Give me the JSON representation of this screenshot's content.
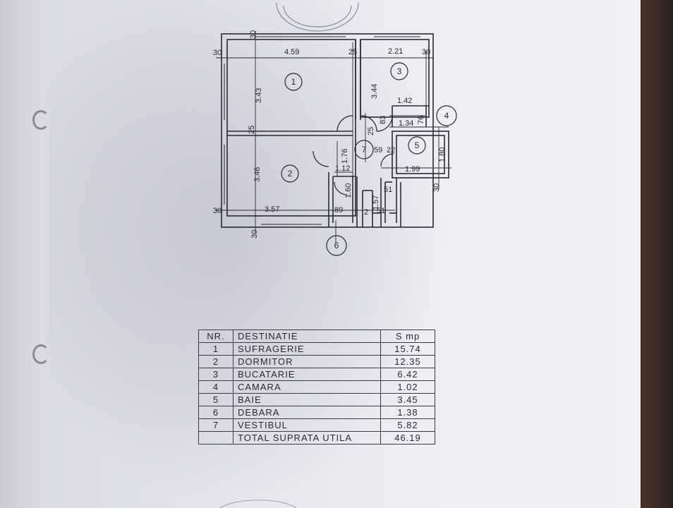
{
  "plan": {
    "room_numbers": [
      "1",
      "2",
      "3",
      "4",
      "5",
      "6",
      "7"
    ],
    "dimensions": {
      "d30_top_left": "30",
      "d459": "4.59",
      "d25_top": "25",
      "d221": "2.21",
      "d30_top_right": "30",
      "d30_top_mid": "30",
      "d343": "3.43",
      "d344": "3.44",
      "d142": "1.42",
      "d83": "83",
      "d134": "1.34",
      "d76": "76",
      "d25_mid": "25",
      "d25_left": "25",
      "d59": "59",
      "d22": "22",
      "d176": "1.76",
      "d180": "1.80",
      "d346": "3.46",
      "d112": "1.12",
      "d199": "1.99",
      "d30_right": "30",
      "d51_a": "51",
      "d157": "1.57",
      "d160": "1.60",
      "d30_bottom_left": "30",
      "d357": "3.57",
      "d89": "89",
      "d2": "2",
      "d51_b": "51",
      "d30_bottom": "30"
    }
  },
  "table": {
    "headers": [
      "NR.",
      "DESTINATIE",
      "S mp"
    ],
    "rows": [
      {
        "nr": "1",
        "dest": "SUFRAGERIE",
        "s": "15.74"
      },
      {
        "nr": "2",
        "dest": "DORMITOR",
        "s": "12.35"
      },
      {
        "nr": "3",
        "dest": "BUCATARIE",
        "s": "6.42"
      },
      {
        "nr": "4",
        "dest": "CAMARA",
        "s": "1.02"
      },
      {
        "nr": "5",
        "dest": "BAIE",
        "s": "3.45"
      },
      {
        "nr": "6",
        "dest": "DEBARA",
        "s": "1.38"
      },
      {
        "nr": "7",
        "dest": "VESTIBUL",
        "s": "5.82"
      }
    ],
    "total_label": "TOTAL SUPRATA UTILA",
    "total_value": "46.19"
  },
  "colors": {
    "ink": "#2a2a35",
    "paper": "#eeeff3",
    "background": "#3a2a24"
  }
}
